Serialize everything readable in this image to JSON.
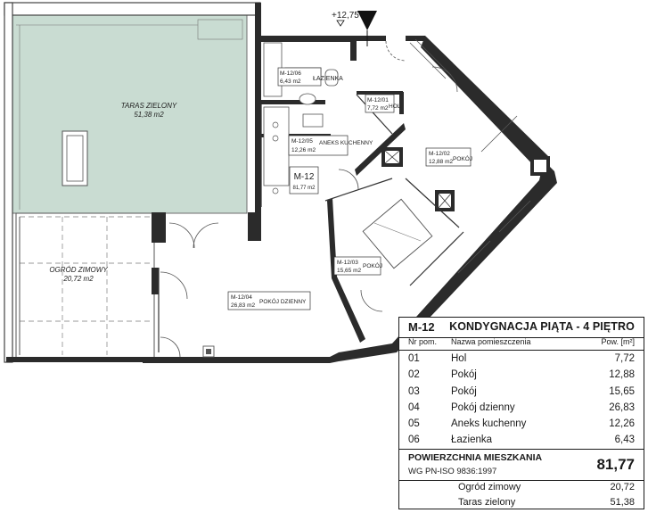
{
  "level_marker": "+12,75",
  "apartment": {
    "code": "M-12",
    "area": "81,77 m2"
  },
  "rooms": [
    {
      "code": "M-12/06",
      "name": "ŁAZIENKA",
      "area": "6,43 m2"
    },
    {
      "code": "M-12/01",
      "name": "HOL",
      "area": "7,72 m2"
    },
    {
      "code": "M-12/05",
      "name": "ANEKS KUCHENNY",
      "area": "12,26 m2"
    },
    {
      "code": "M-12/02",
      "name": "POKÓJ",
      "area": "12,88 m2"
    },
    {
      "code": "M-12/03",
      "name": "POKÓJ",
      "area": "15,65 m2"
    },
    {
      "code": "M-12/04",
      "name": "POKÓJ DZIENNY",
      "area": "26,83 m2"
    }
  ],
  "outdoor": [
    {
      "name": "TARAS ZIELONY",
      "area": "51,38 m2"
    },
    {
      "name": "OGRÓD ZIMOWY",
      "area": "20,72 m2"
    }
  ],
  "table": {
    "code": "M-12",
    "title": "KONDYGNACJA PIĄTA - 4 PIĘTRO",
    "col_no": "Nr pom.",
    "col_name": "Nazwa pomieszczenia",
    "col_area": "Pow. [m²]",
    "rows": [
      {
        "no": "01",
        "name": "Hol",
        "area": "7,72"
      },
      {
        "no": "02",
        "name": "Pokój",
        "area": "12,88"
      },
      {
        "no": "03",
        "name": "Pokój",
        "area": "15,65"
      },
      {
        "no": "04",
        "name": "Pokój dzienny",
        "area": "26,83"
      },
      {
        "no": "05",
        "name": "Aneks kuchenny",
        "area": "12,26"
      },
      {
        "no": "06",
        "name": "Łazienka",
        "area": "6,43"
      }
    ],
    "total_label_1": "POWIERZCHNIA MIESZKANIA",
    "total_label_2": "WG PN-ISO 9836:1997",
    "total_value": "81,77",
    "extras": [
      {
        "name": "Ogród zimowy",
        "area": "20,72"
      },
      {
        "name": "Taras zielony",
        "area": "51,38"
      }
    ]
  }
}
